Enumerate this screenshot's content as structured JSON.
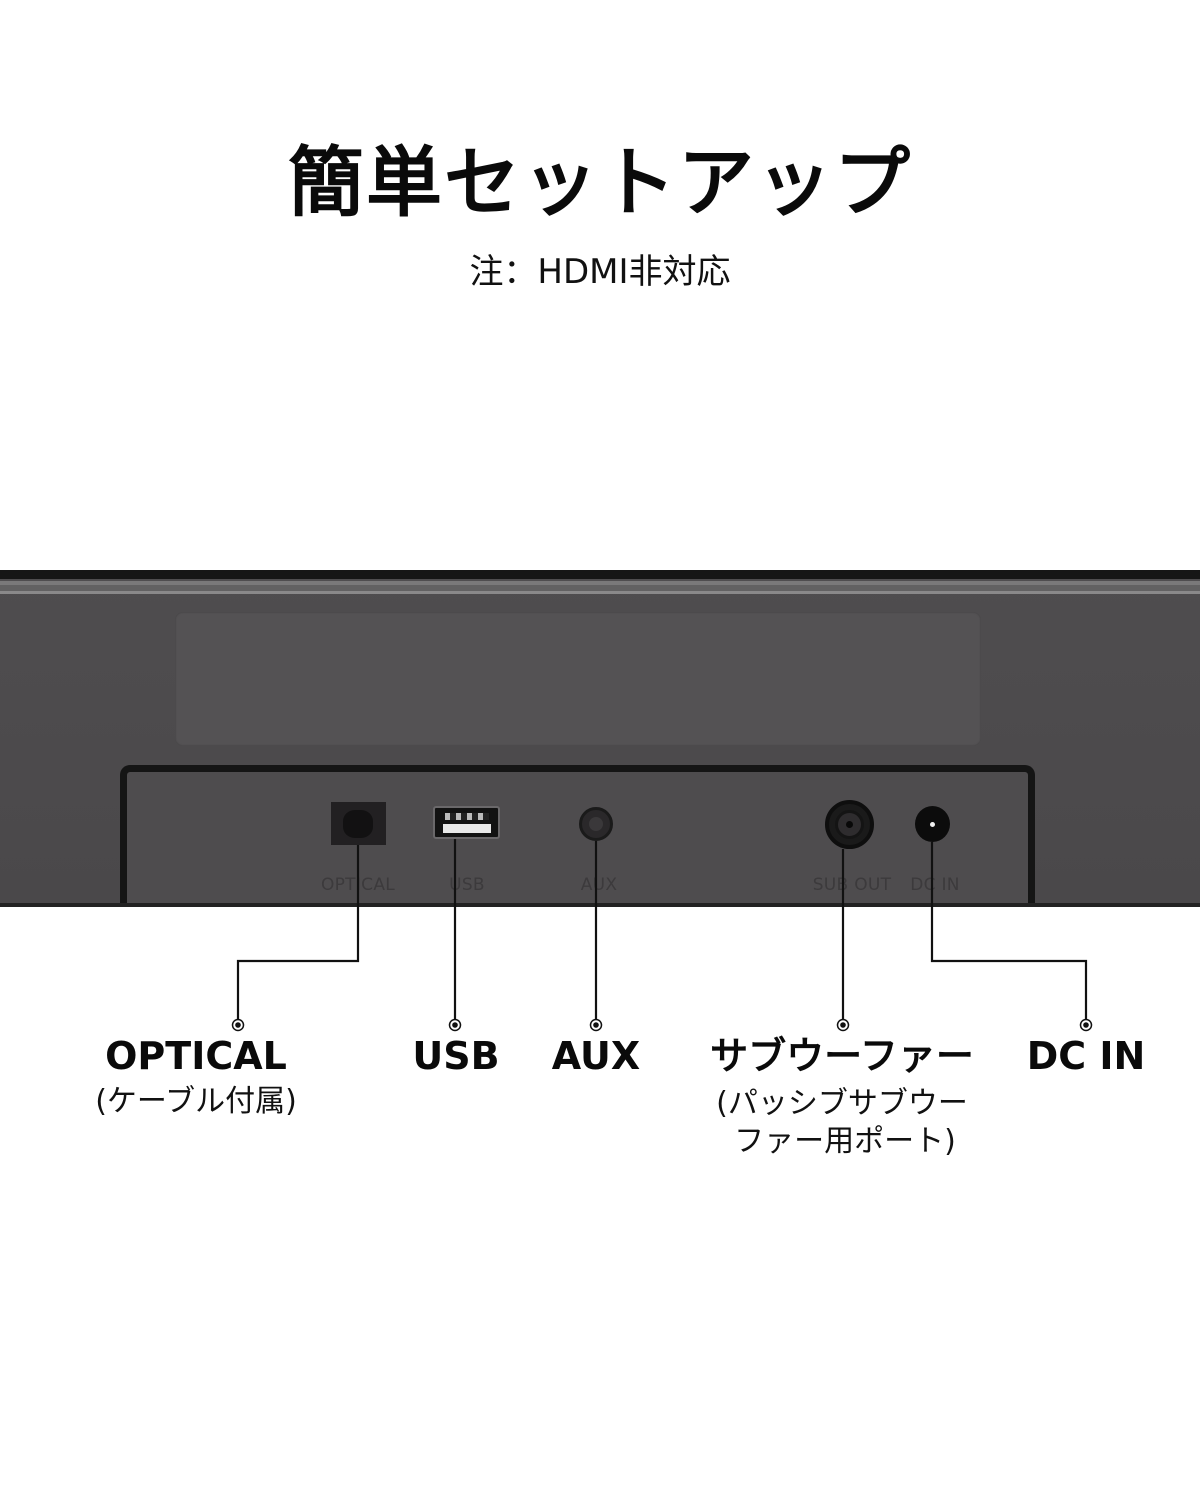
{
  "header": {
    "title": "簡単セットアップ",
    "note": "注：HDMI非対応"
  },
  "device": {
    "name": "soundbar-rear-panel",
    "body_color": "#4d4b4d",
    "port_print_labels": {
      "optical": "OPTICAL",
      "usb": "USB",
      "aux": "AUX",
      "sub_out": "SUB OUT",
      "dc_in": "DC IN"
    }
  },
  "callouts": [
    {
      "id": "optical",
      "label": "OPTICAL",
      "sublabel_lines": [
        "(ケーブル付属)"
      ]
    },
    {
      "id": "usb",
      "label": "USB",
      "sublabel_lines": []
    },
    {
      "id": "aux",
      "label": "AUX",
      "sublabel_lines": []
    },
    {
      "id": "subwoofer",
      "label": "サブウーファー",
      "sublabel_lines": [
        "(パッシブサブウー",
        "ファー用ポート)"
      ]
    },
    {
      "id": "dc_in",
      "label": "DC IN",
      "sublabel_lines": []
    }
  ],
  "colors": {
    "text": "#0a0a0a",
    "line": "#111111",
    "background": "#ffffff"
  }
}
